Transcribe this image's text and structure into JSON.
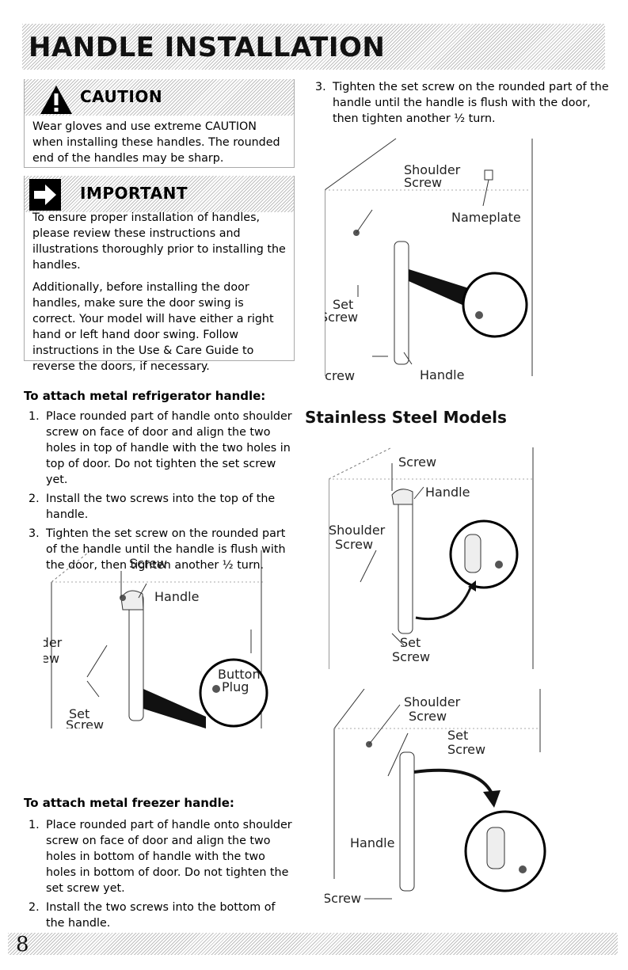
{
  "page": {
    "title": "HANDLE INSTALLATION",
    "page_number": "8"
  },
  "caution": {
    "label": "CAUTION",
    "text": "Wear gloves and use extreme CAUTION when installing these handles. The rounded end of the handles may be sharp."
  },
  "important": {
    "label": "IMPORTANT",
    "para1": "To ensure proper installation of handles, please review these instructions and illustrations thoroughly prior to installing the handles.",
    "para2": "Additionally, before installing the door handles, make sure the door swing is correct. Your model will have either a right hand or left hand door swing. Follow instructions in the Use & Care Guide to reverse the doors, if necessary."
  },
  "fridge_handle": {
    "heading": "To attach metal refrigerator handle:",
    "steps": [
      {
        "num": "1.",
        "text": "Place rounded part of handle onto shoulder screw on face of door and align the two holes in top of handle with the two holes in top of door. Do not tighten the set screw yet."
      },
      {
        "num": "2.",
        "text": "Install the two screws into the top of the handle."
      },
      {
        "num": "3.",
        "text": "Tighten the set screw on the rounded part of the handle until the handle is flush with the door, then tighten another ½ turn."
      }
    ]
  },
  "freezer_handle": {
    "heading": "To attach metal freezer handle:",
    "steps": [
      {
        "num": "1.",
        "text": "Place rounded part of handle onto shoulder screw on face of door and align the two holes in bottom of handle with the two holes in bottom of door. Do not tighten the set screw yet."
      },
      {
        "num": "2.",
        "text": "Install the two screws into the bottom of the handle."
      },
      {
        "num": "3.",
        "text": "Tighten the set screw on the rounded part of the handle until the handle is flush with the door, then tighten another ½ turn."
      }
    ]
  },
  "stainless": {
    "heading": "Stainless Steel Models"
  },
  "figures": {
    "fig1": {
      "screw": "Screw",
      "handle": "Handle",
      "shoulder": "Shoulder",
      "shoulder_screw": "Screw",
      "button": "Button",
      "plug": "Plug",
      "set": "Set",
      "set_screw": "Screw"
    },
    "fig2": {
      "shoulder": "Shoulder",
      "shoulder_screw": "Screw",
      "nameplate": "Nameplate",
      "set": "Set",
      "set_screw": "Screw",
      "screw": "Screw",
      "handle": "Handle"
    },
    "fig3": {
      "screw": "Screw",
      "handle": "Handle",
      "shoulder": "Shoulder",
      "shoulder_screw": "Screw",
      "set": "Set",
      "set_screw": "Screw"
    },
    "fig4": {
      "shoulder": "Shoulder",
      "shoulder_screw": "Screw",
      "set": "Set",
      "set_screw": "Screw",
      "handle": "Handle",
      "screw": "Screw"
    }
  }
}
